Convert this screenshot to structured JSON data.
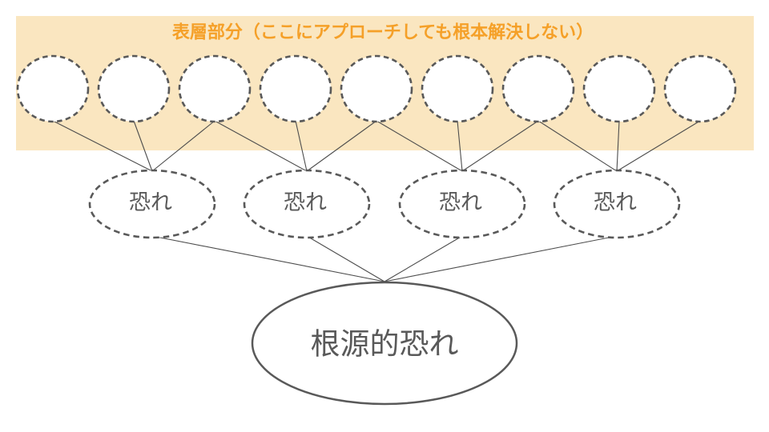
{
  "banner": {
    "label": "表層部分（ここにアプローチしても根本解決しない）",
    "bg_color": "#FAE6C0",
    "text_color": "#F5A028"
  },
  "nodes": {
    "surface_circle_count": 9,
    "fear": [
      {
        "label": "恐れ"
      },
      {
        "label": "恐れ"
      },
      {
        "label": "恐れ"
      },
      {
        "label": "恐れ"
      }
    ],
    "root": {
      "label": "根源的恐れ"
    }
  },
  "style_colors": {
    "node_stroke": "#595959",
    "node_fill": "#FFFFFF",
    "connector_line": "#4D4D4D",
    "label_text": "#595959",
    "background": "#FFFFFF"
  },
  "edges": {
    "surface_to_fear": [
      [
        1,
        1
      ],
      [
        2,
        1
      ],
      [
        3,
        1
      ],
      [
        3,
        2
      ],
      [
        4,
        2
      ],
      [
        5,
        2
      ],
      [
        5,
        3
      ],
      [
        6,
        3
      ],
      [
        7,
        3
      ],
      [
        7,
        4
      ],
      [
        8,
        4
      ],
      [
        9,
        4
      ]
    ],
    "fear_to_root": [
      1,
      2,
      3,
      4
    ]
  }
}
